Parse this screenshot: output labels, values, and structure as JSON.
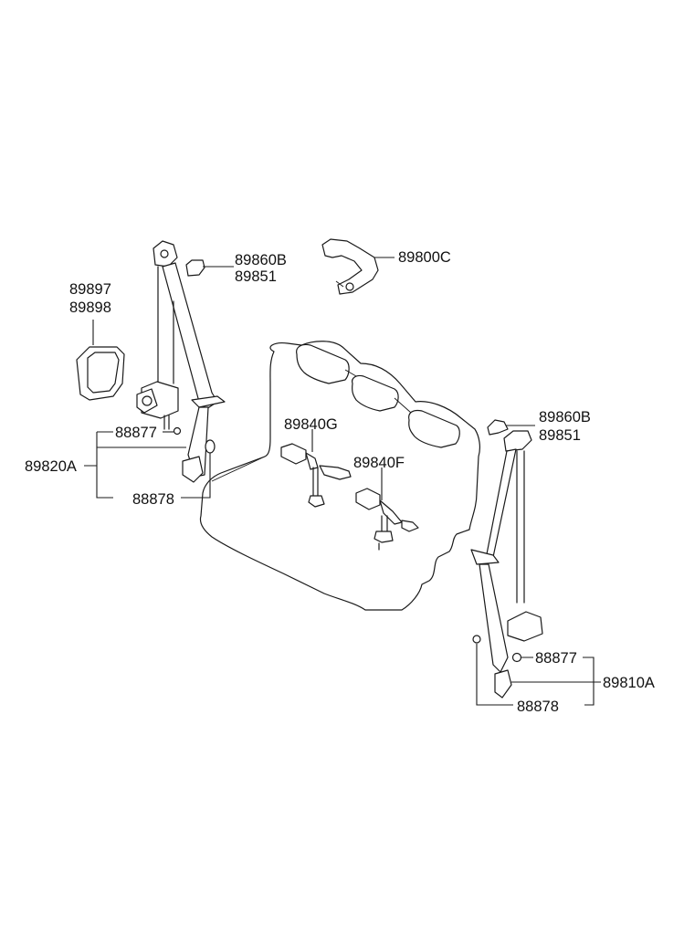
{
  "diagram": {
    "title": "Rear Seat Belt Assembly",
    "labels": {
      "left_cover_a": "89897",
      "left_cover_b": "89898",
      "left_cap_a": "89860B",
      "left_cap_b": "89851",
      "bracket": "89800C",
      "left_nut": "88877",
      "left_assembly": "89820A",
      "left_bolt_cap": "88878",
      "center_buckle_g": "89840G",
      "center_buckle_f": "89840F",
      "right_cap_a": "89860B",
      "right_cap_b": "89851",
      "right_nut": "88877",
      "right_assembly": "89810A",
      "right_bolt_cap": "88878"
    }
  }
}
